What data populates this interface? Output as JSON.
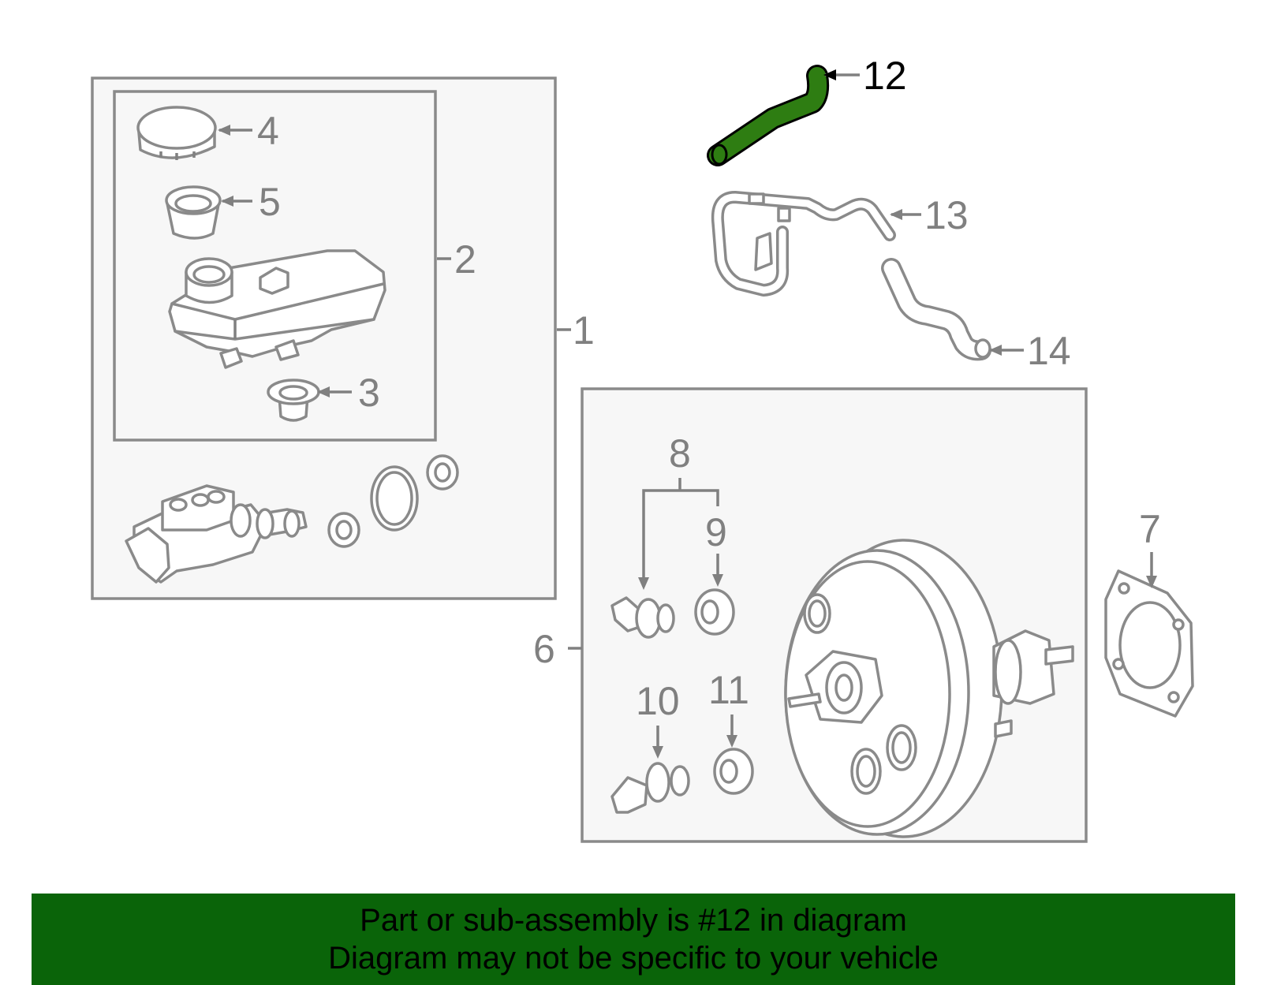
{
  "labels": {
    "l1": "1",
    "l2": "2",
    "l3": "3",
    "l4": "4",
    "l5": "5",
    "l6": "6",
    "l7": "7",
    "l8": "8",
    "l9": "9",
    "l10": "10",
    "l11": "11",
    "l12": "12",
    "l13": "13",
    "l14": "14"
  },
  "highlight": {
    "part_number": "12",
    "color": "#2e7d12"
  },
  "banner": {
    "line1": "Part or sub-assembly is #12 in diagram",
    "line2": "Diagram may not be specific to your vehicle",
    "background": "#0a6409"
  }
}
